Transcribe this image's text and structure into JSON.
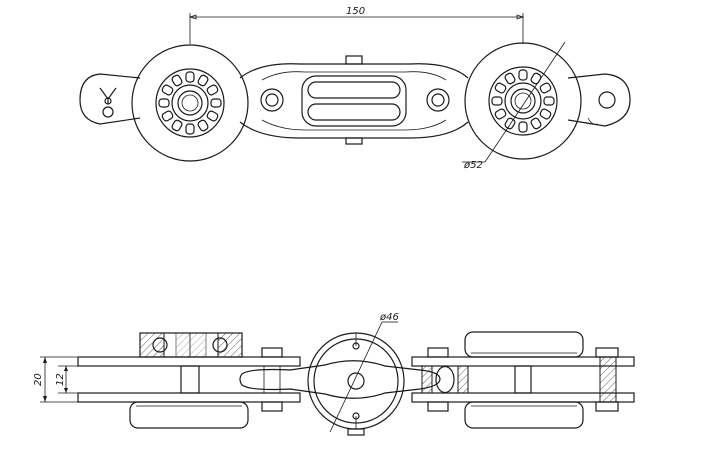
{
  "dimensions": {
    "span": "150",
    "roller_diameter": "ø52",
    "pulley_diameter": "ø46",
    "overall_height": "20",
    "inner_height": "12"
  },
  "colors": {
    "line": "#1a1a1a",
    "background": "#ffffff"
  }
}
